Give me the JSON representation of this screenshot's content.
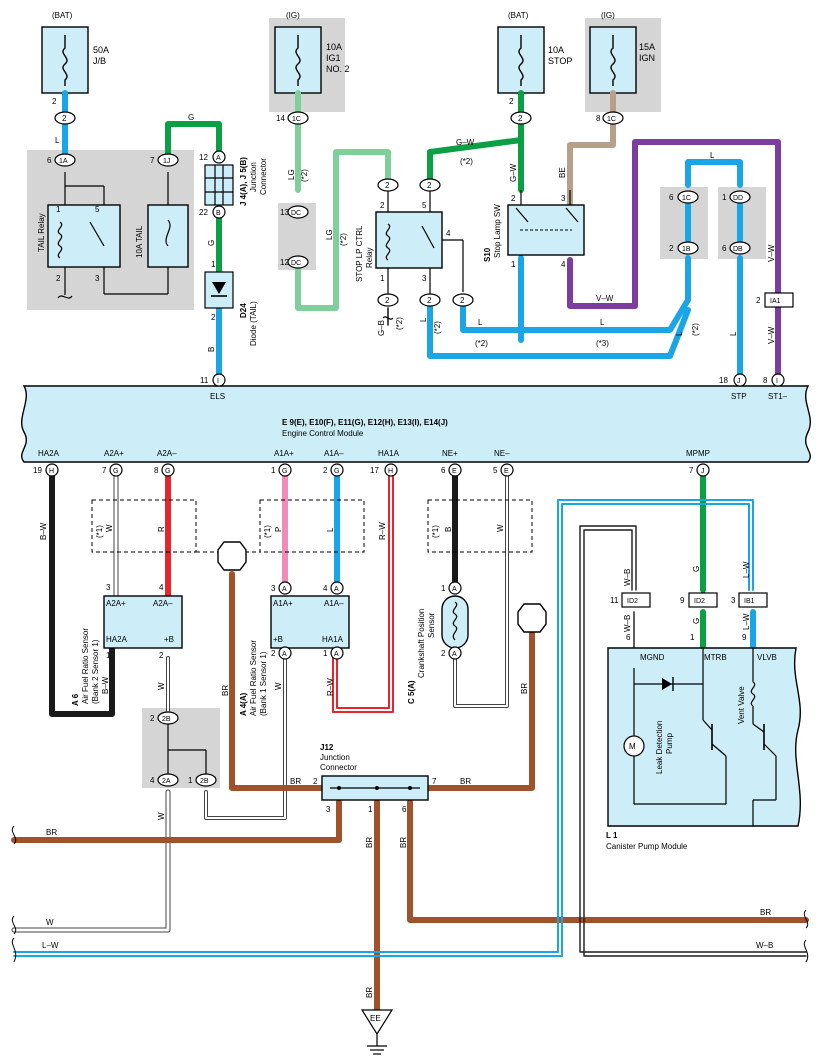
{
  "ecm": {
    "id": "E 9(E), E10(F), E11(G), E12(H), E13(I), E14(J)",
    "name": "Engine Control Module",
    "top_pins": [
      {
        "label": "ELS",
        "pin": "11",
        "conn": "I"
      },
      {
        "label": "STP",
        "pin": "18",
        "conn": "J"
      },
      {
        "label": "ST1–",
        "pin": "8",
        "conn": "I"
      }
    ],
    "bottom_pins": [
      {
        "label": "HA2A",
        "pin": "19",
        "conn": "H"
      },
      {
        "label": "A2A+",
        "pin": "7",
        "conn": "G"
      },
      {
        "label": "A2A–",
        "pin": "8",
        "conn": "G"
      },
      {
        "label": "A1A+",
        "pin": "1",
        "conn": "G"
      },
      {
        "label": "A1A–",
        "pin": "2",
        "conn": "G"
      },
      {
        "label": "HA1A",
        "pin": "17",
        "conn": "H"
      },
      {
        "label": "NE+",
        "pin": "6",
        "conn": "E"
      },
      {
        "label": "NE–",
        "pin": "5",
        "conn": "E"
      },
      {
        "label": "MPMP",
        "pin": "7",
        "conn": "J"
      }
    ]
  },
  "fuses": [
    {
      "source": "(BAT)",
      "rating": "50A",
      "name": "J/B",
      "out_pin": "2",
      "out_conn": "2"
    },
    {
      "source": "(IG)",
      "rating": "10A",
      "name": "IG1",
      "name2": "NO. 2",
      "out_pin": "14",
      "out_conn": "1C"
    },
    {
      "source": "(BAT)",
      "rating": "10A",
      "name": "STOP",
      "out_pin": "2",
      "out_conn": "2"
    },
    {
      "source": "(IG)",
      "rating": "15A",
      "name": "IGN",
      "out_pin": "8",
      "out_conn": "1C"
    }
  ],
  "components": {
    "tail_relay": {
      "label": "TAIL Relay",
      "fuse": "10A TAIL",
      "conn_a": "1A",
      "pin_a": "6",
      "conn_b": "1J",
      "pin_b": "7",
      "pins": [
        "1",
        "5",
        "2",
        "3"
      ]
    },
    "junction_j4": {
      "id": "J 4(A), J 5(B)",
      "name": "Junction",
      "name2": "Connector",
      "pin_a": "12",
      "conn_a": "A",
      "pin_b": "22",
      "conn_b": "B"
    },
    "diode": {
      "id": "D24",
      "name": "Diode (TAIL)",
      "pin_top": "1",
      "pin_bot": "2"
    },
    "dc_conn": {
      "conn": "DC",
      "pin_top": "13",
      "pin_bot": "12"
    },
    "stop_relay": {
      "label": "STOP LP CTRL",
      "label2": "Relay",
      "pins": [
        "2",
        "5",
        "1",
        "3",
        "4"
      ],
      "conn": "2"
    },
    "stop_sw": {
      "id": "S10",
      "name": "Stop Lamp SW",
      "pins": [
        "2",
        "3",
        "1",
        "4"
      ]
    },
    "conn_1c_1b": {
      "top": "1C",
      "top_pin": "6",
      "bot": "1B",
      "bot_pin": "2"
    },
    "conn_dd_db": {
      "top": "DD",
      "top_pin": "1",
      "bot": "DB",
      "bot_pin": "6"
    },
    "ia1": {
      "conn": "IA1",
      "pin": "2"
    },
    "a6": {
      "id": "A 6",
      "name": "Air Fuel Ratio Sensor",
      "name2": "(Bank 2 Sensor 1)",
      "pins": {
        "a2p": "3",
        "a2m": "4",
        "ha": "1",
        "b": "2"
      },
      "labels": [
        "A2A+",
        "A2A–",
        "HA2A",
        "+B"
      ]
    },
    "a4": {
      "id": "A 4(A)",
      "name": "Air Fuel Ratio Sensor",
      "name2": "(Bank 1 Sensor 1)",
      "pins": {
        "a1p": "3",
        "a1m": "4",
        "b": "2",
        "ha": "1"
      },
      "labels": [
        "A1A+",
        "A1A–",
        "+B",
        "HA1A"
      ],
      "conn": "A"
    },
    "c5": {
      "id": "C 5(A)",
      "name": "Crankshaft Position",
      "name2": "Sensor",
      "pins": [
        "1",
        "2"
      ],
      "conn": "A"
    },
    "j12": {
      "id": "J12",
      "name": "Junction",
      "name2": "Connector",
      "pins": [
        "2",
        "3",
        "1",
        "6",
        "7"
      ]
    },
    "conn_2b": {
      "top": "2B",
      "top_pin": "2",
      "bot_a": "2A",
      "bot_a_pin": "4",
      "bot_b": "2B",
      "bot_b_pin": "1"
    },
    "l1": {
      "id": "L 1",
      "name": "Canister Pump Module",
      "labels": [
        "MGND",
        "MTRB",
        "VLVB"
      ],
      "pins": [
        "6",
        "1",
        "9"
      ],
      "pump": "Leak Detection",
      "pump2": "Pump",
      "valve": "Vent Valve"
    },
    "id2_a": {
      "conn": "ID2",
      "pin": "11"
    },
    "id2_b": {
      "conn": "ID2",
      "pin": "9"
    },
    "ib1": {
      "conn": "IB1",
      "pin": "3"
    },
    "ground": {
      "label": "EE"
    }
  },
  "wire_labels": {
    "L": "L",
    "G": "G",
    "B": "B",
    "LG": "LG",
    "GW": "G–W",
    "BE": "BE",
    "VW": "V–W",
    "GB": "G–B",
    "BW": "B–W",
    "W": "W",
    "R": "R",
    "P": "P",
    "RW": "R–W",
    "BR": "BR",
    "WB": "W–B",
    "LW": "L–W"
  },
  "notes": {
    "n1": "(*1)",
    "n2": "(*2)",
    "n3": "(*3)"
  },
  "colors": {
    "ecm_fill": "#cdeef9",
    "box_fill": "#d5d5d5",
    "comp_fill": "#cdeef9",
    "wire_blue": "#1aa6e6",
    "wire_green": "#0aa043",
    "wire_lightgreen": "#7fcf9a",
    "wire_tan": "#b7a08a",
    "wire_purple": "#7c3d9e",
    "wire_red": "#e8242c",
    "wire_pink": "#ef8cb8",
    "wire_brown": "#a0532b",
    "wire_black": "#1a1a1a"
  }
}
